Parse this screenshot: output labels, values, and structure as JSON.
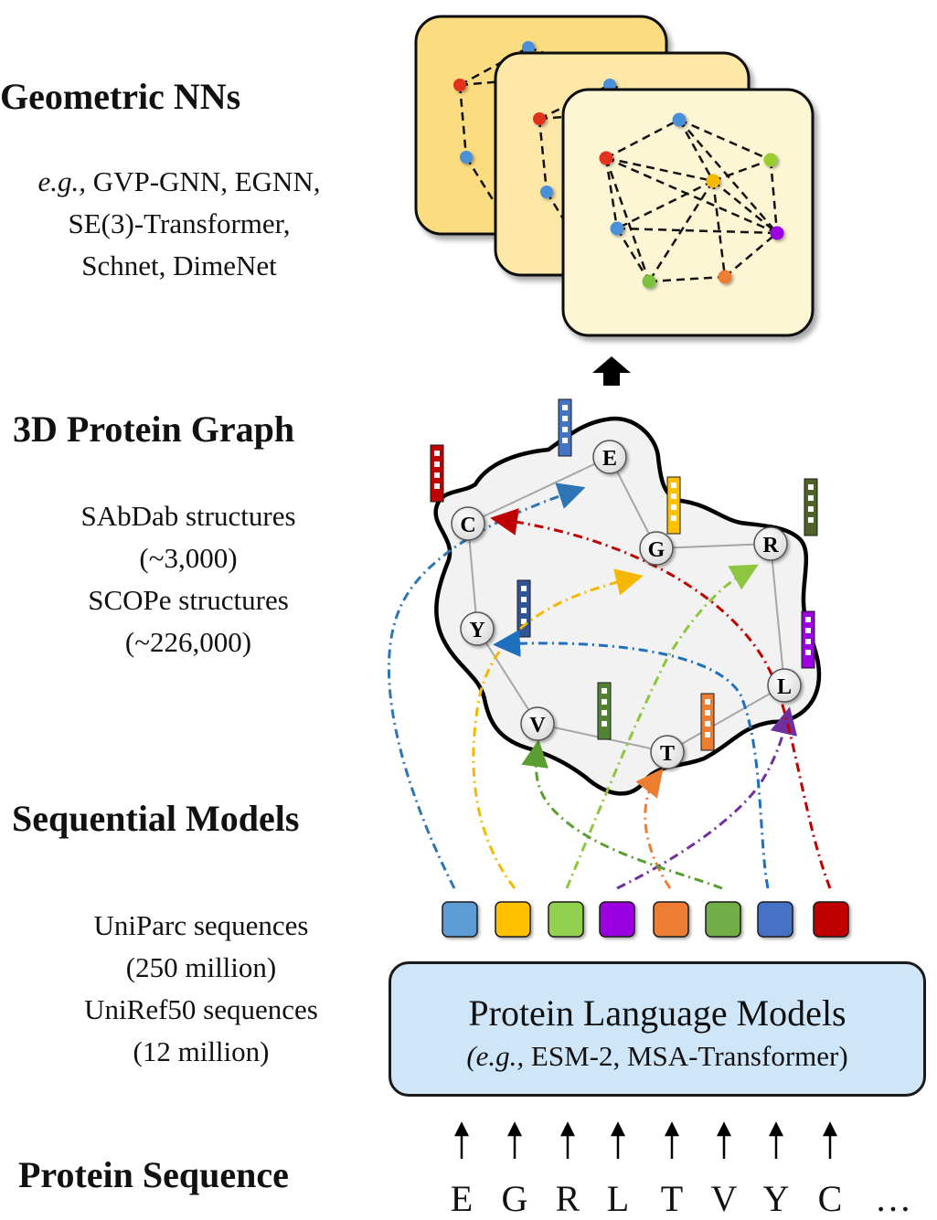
{
  "left_panel": {
    "geometric_nns": {
      "title": "Geometric NNs",
      "eg_prefix": "e.g.,",
      "line1_rest": " GVP-GNN, EGNN,",
      "line2": "SE(3)-Transformer,",
      "line3": "Schnet, DimeNet"
    },
    "protein_graph": {
      "title": "3D Protein Graph",
      "line1": "SAbDab structures",
      "line2": "(~3,000)",
      "line3": "SCOPe structures",
      "line4": "(~226,000)"
    },
    "sequential_models": {
      "title": "Sequential Models",
      "line1": "UniParc sequences",
      "line2": "(250 million)",
      "line3": "UniRef50 sequences",
      "line4": "(12 million)"
    },
    "protein_sequence": {
      "title": "Protein Sequence"
    }
  },
  "plm": {
    "title": "Protein Language Models",
    "eg_prefix": "(e.g.,",
    "examples": " ESM-2, MSA-Transformer)"
  },
  "sequence": [
    "E",
    "G",
    "R",
    "L",
    "T",
    "V",
    "Y",
    "C"
  ],
  "sequence_ellipsis": "…",
  "graph_nodes": [
    "E",
    "C",
    "G",
    "R",
    "Y",
    "L",
    "V",
    "T"
  ],
  "embedding_colors": [
    "#5b9bd5",
    "#ffc000",
    "#92d050",
    "#9b00e0",
    "#ed7d31",
    "#70ad47",
    "#4472c4",
    "#c00000"
  ],
  "card_colors": {
    "back": "#fbdc80",
    "front": "#fdf6d4"
  }
}
